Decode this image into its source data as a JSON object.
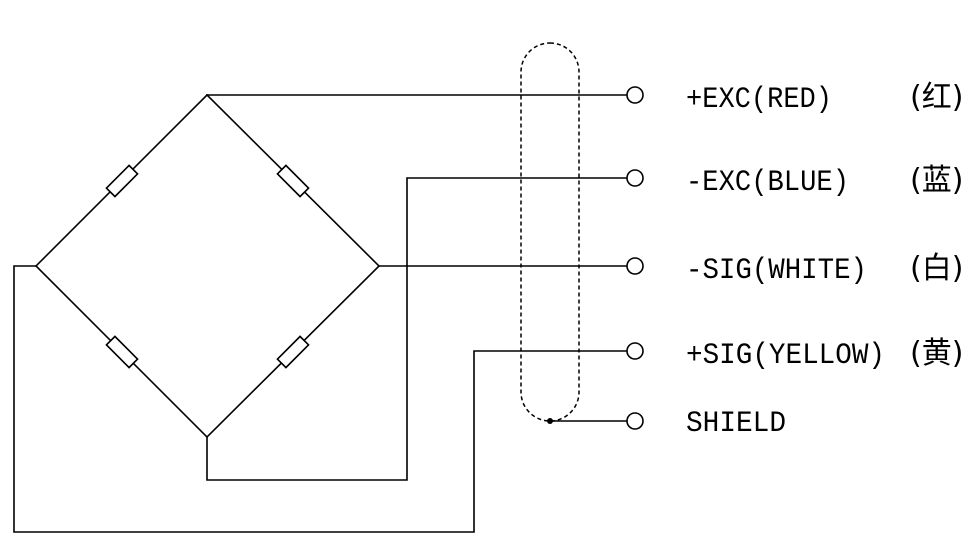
{
  "terminals": [
    {
      "id": "exc-plus",
      "label": "+EXC(RED)",
      "color_cn": "(红)"
    },
    {
      "id": "exc-minus",
      "label": "-EXC(BLUE)",
      "color_cn": "(蓝)"
    },
    {
      "id": "sig-minus",
      "label": "-SIG(WHITE)",
      "color_cn": "(白)"
    },
    {
      "id": "sig-plus",
      "label": "+SIG(YELLOW)",
      "color_cn": "(黄)"
    },
    {
      "id": "shield",
      "label": "SHIELD",
      "color_cn": ""
    }
  ]
}
